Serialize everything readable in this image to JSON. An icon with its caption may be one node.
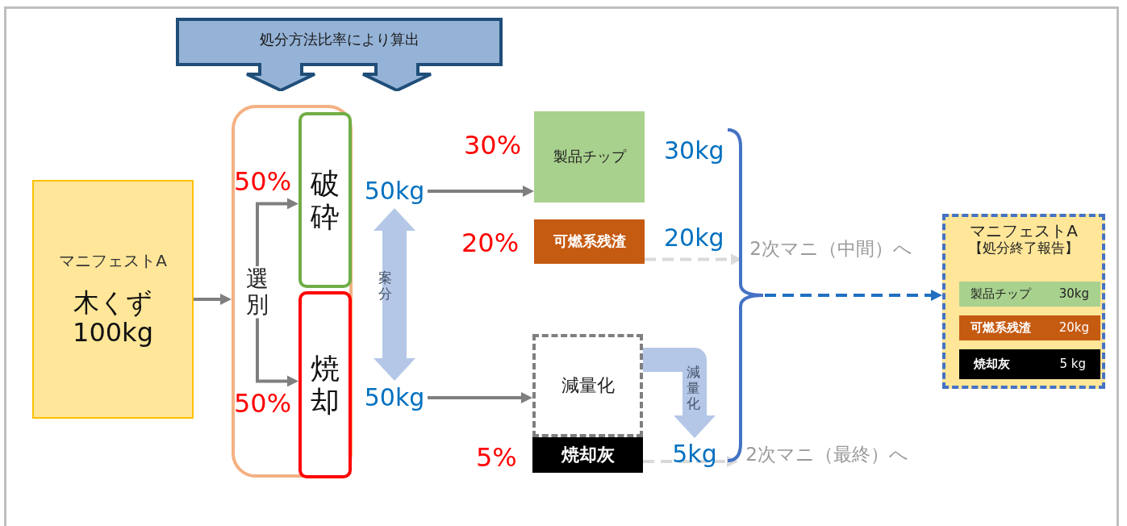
{
  "diagram": {
    "nodes": [
      {
        "text": [
          "処分方法比率により算出"
        ]
      },
      {
        "text": [
          "マニフェストA",
          "木くず 100kg"
        ]
      },
      {
        "text": [
          "選別"
        ]
      },
      {
        "text": [
          "破砕"
        ],
        "in": 2,
        "beside": [
          "50%"
        ]
      },
      {
        "text": [
          "焼却"
        ],
        "in": 2,
        "beside": [
          "50%"
        ]
      },
      {
        "text": [
          "50kg"
        ]
      },
      {
        "text": [
          "50kg"
        ]
      },
      {
        "text": [
          "製品チップ"
        ],
        "beside": [
          "30%"
        ]
      },
      {
        "text": [
          "可燃系残渣"
        ],
        "beside": [
          "20%"
        ]
      },
      {
        "text": [
          "減量化"
        ]
      },
      {
        "text": [
          "焼却灰"
        ],
        "beside": [
          "5%"
        ]
      },
      {
        "text": [
          "5kg"
        ]
      },
      {
        "text": [],
        "shape": "bracket"
      },
      {
        "text": [
          "2次マニ（中間）へ"
        ]
      },
      {
        "text": [
          "2次マニ（最終）へ"
        ]
      },
      {
        "text": [
          "マニフェストA",
          "【処分終了報告】"
        ]
      },
      {
        "text": [
          "製品チップ",
          "30kg"
        ],
        "in": 15
      },
      {
        "text": [
          "可燃系残渣",
          "20kg"
        ],
        "in": 15
      },
      {
        "text": [
          "焼却灰",
          "5 kg"
        ],
        "in": 15
      }
    ],
    "edges": [
      {
        "from": 1,
        "to": 2,
        "arrow": "to"
      },
      {
        "from": 2,
        "to": 3,
        "arrow": "to"
      },
      {
        "from": 2,
        "to": 4,
        "arrow": "to"
      },
      {
        "from": 5,
        "to": 7,
        "arrow": "to"
      },
      {
        "from": 5,
        "to": 6,
        "arrow": "both",
        "label": "案分",
        "style": "thick",
        "color": "#b4c7e7"
      },
      {
        "from": 6,
        "to": 9,
        "arrow": "to"
      },
      {
        "from": 9,
        "to": 11,
        "arrow": "to",
        "label": "減量化",
        "style": "thick",
        "color": "#b4c7e7"
      },
      {
        "from": 8,
        "to": 13,
        "arrow": "to",
        "style": "dashed",
        "color": "#d9d9d9"
      },
      {
        "from": 10,
        "to": 14,
        "arrow": "to",
        "style": "dashed",
        "color": "#d9d9d9"
      },
      {
        "from": 12,
        "to": 15,
        "arrow": "to",
        "style": "dashed",
        "color": "#1f70c1"
      }
    ],
    "labels": [
      "30kg",
      "20kg"
    ]
  }
}
